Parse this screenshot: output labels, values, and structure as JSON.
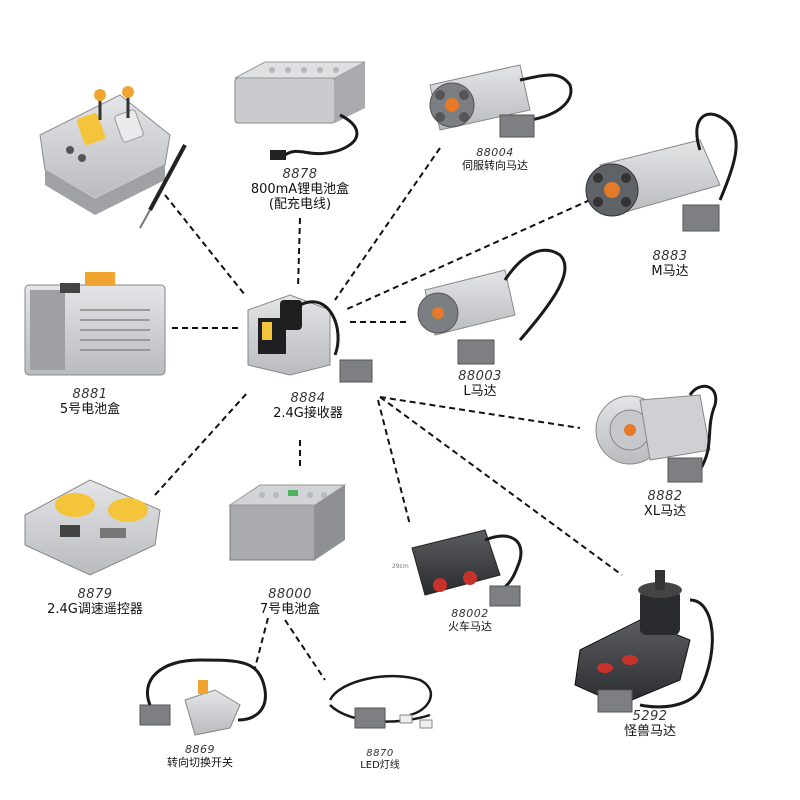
{
  "colors": {
    "line": "#111111",
    "light_gray": "#d9dadc",
    "mid_gray": "#a6a8ab",
    "dark_gray": "#6d7075",
    "black": "#1f1f21",
    "orange": "#f1a531",
    "dark_orange": "#d97a16",
    "yellow": "#f4c43a",
    "red": "#c9322b",
    "green": "#4fb25a"
  },
  "items": [
    {
      "id": "remote_control",
      "code": "",
      "name": ""
    },
    {
      "id": "li_battery",
      "code": "8878",
      "name": "800mA锂电池盒",
      "name2": "(配充电线)"
    },
    {
      "id": "servo_motor",
      "code": "88004",
      "name": "伺服转向马达"
    },
    {
      "id": "m_motor",
      "code": "8883",
      "name": "M马达"
    },
    {
      "id": "aa_battery",
      "code": "8881",
      "name": "5号电池盒"
    },
    {
      "id": "receiver",
      "code": "8884",
      "name": "2.4G接收器"
    },
    {
      "id": "l_motor",
      "code": "88003",
      "name": "L马达"
    },
    {
      "id": "xl_motor",
      "code": "8882",
      "name": "XL马达"
    },
    {
      "id": "speed_remote",
      "code": "8879",
      "name": "2.4G调速遥控器"
    },
    {
      "id": "aaa_battery",
      "code": "88000",
      "name": "7号电池盒"
    },
    {
      "id": "train_motor",
      "code": "88002",
      "name": "火车马达"
    },
    {
      "id": "monster_motor",
      "code": "5292",
      "name": "怪兽马达"
    },
    {
      "id": "switch",
      "code": "8869",
      "name": "转向切换开关"
    },
    {
      "id": "led",
      "code": "8870",
      "name": "LED灯线"
    }
  ]
}
